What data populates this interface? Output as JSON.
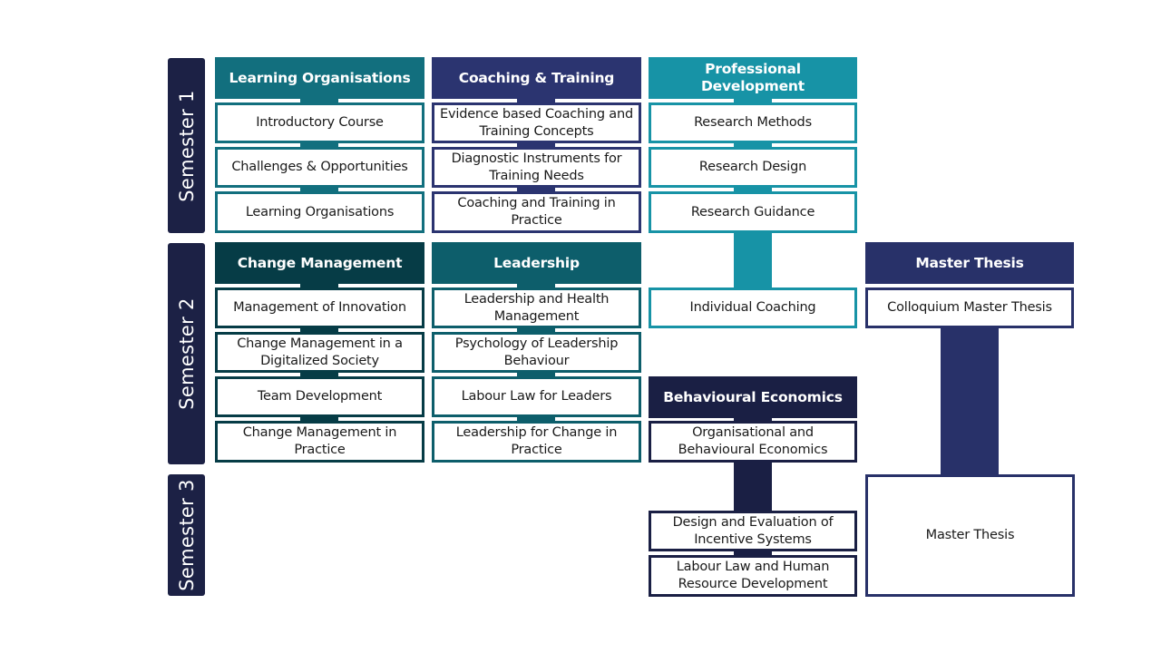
{
  "semesters": [
    "Semester 1",
    "Semester 2",
    "Semester 3"
  ],
  "modules": {
    "learning_organisations": {
      "title": "Learning Organisations",
      "courses": [
        "Introductory Course",
        "Challenges & Opportunities",
        "Learning Organisations"
      ]
    },
    "coaching_training": {
      "title": "Coaching & Training",
      "courses": [
        "Evidence based Coaching and Training Concepts",
        "Diagnostic Instruments for Training Needs",
        "Coaching and Training in Practice"
      ]
    },
    "professional_development": {
      "title": "Professional Development",
      "courses": [
        "Research Methods",
        "Research Design",
        "Research Guidance",
        "Individual Coaching"
      ]
    },
    "change_management": {
      "title": "Change Management",
      "courses": [
        "Management of Innovation",
        "Change Management in a Digitalized Society",
        "Team Development",
        "Change Management in Practice"
      ]
    },
    "leadership": {
      "title": "Leadership",
      "courses": [
        "Leadership and Health Management",
        "Psychology of Leadership Behaviour",
        "Labour Law for Leaders",
        "Leadership for Change in Practice"
      ]
    },
    "behavioural_economics": {
      "title": "Behavioural Economics",
      "courses": [
        "Organisational and Behavioural Economics",
        "Design and Evaluation of Incentive Systems",
        "Labour Law and Human Resource Development"
      ]
    },
    "master_thesis": {
      "title": "Master Thesis",
      "courses": [
        "Colloquium Master Thesis",
        "Master Thesis"
      ]
    }
  }
}
